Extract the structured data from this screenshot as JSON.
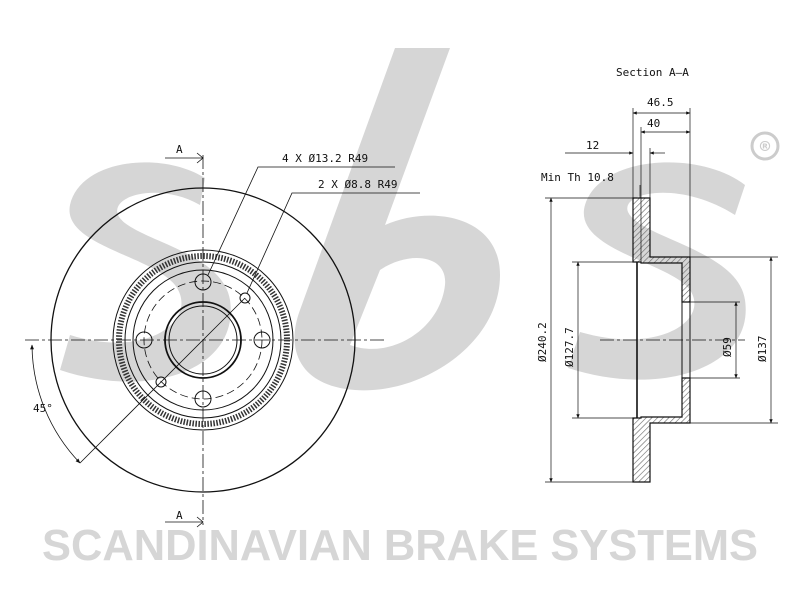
{
  "colors": {
    "line": "#111111",
    "watermark": "#d6d6d6",
    "hatch": "#666666",
    "background": "#ffffff"
  },
  "watermark": {
    "logo_letters": "sbs",
    "registered_mark": "®",
    "company_name": "SCANDINAVIAN BRAKE SYSTEMS"
  },
  "front_view": {
    "section_marker_top": "A",
    "section_marker_bottom": "A",
    "bolt_holes_label": "4 X Ø13.2 R49",
    "pin_holes_label": "2 X Ø8.8 R49",
    "angle_label": "45°"
  },
  "section_view": {
    "title": "Section A–A",
    "width_overall": "46.5",
    "width_hub": "40",
    "disc_thickness": "12",
    "min_thickness": "Min Th 10.8",
    "diameter_outer": "Ø240.2",
    "diameter_hat": "Ø127.7",
    "diameter_center_bore": "Ø59",
    "diameter_hub": "Ø137"
  }
}
